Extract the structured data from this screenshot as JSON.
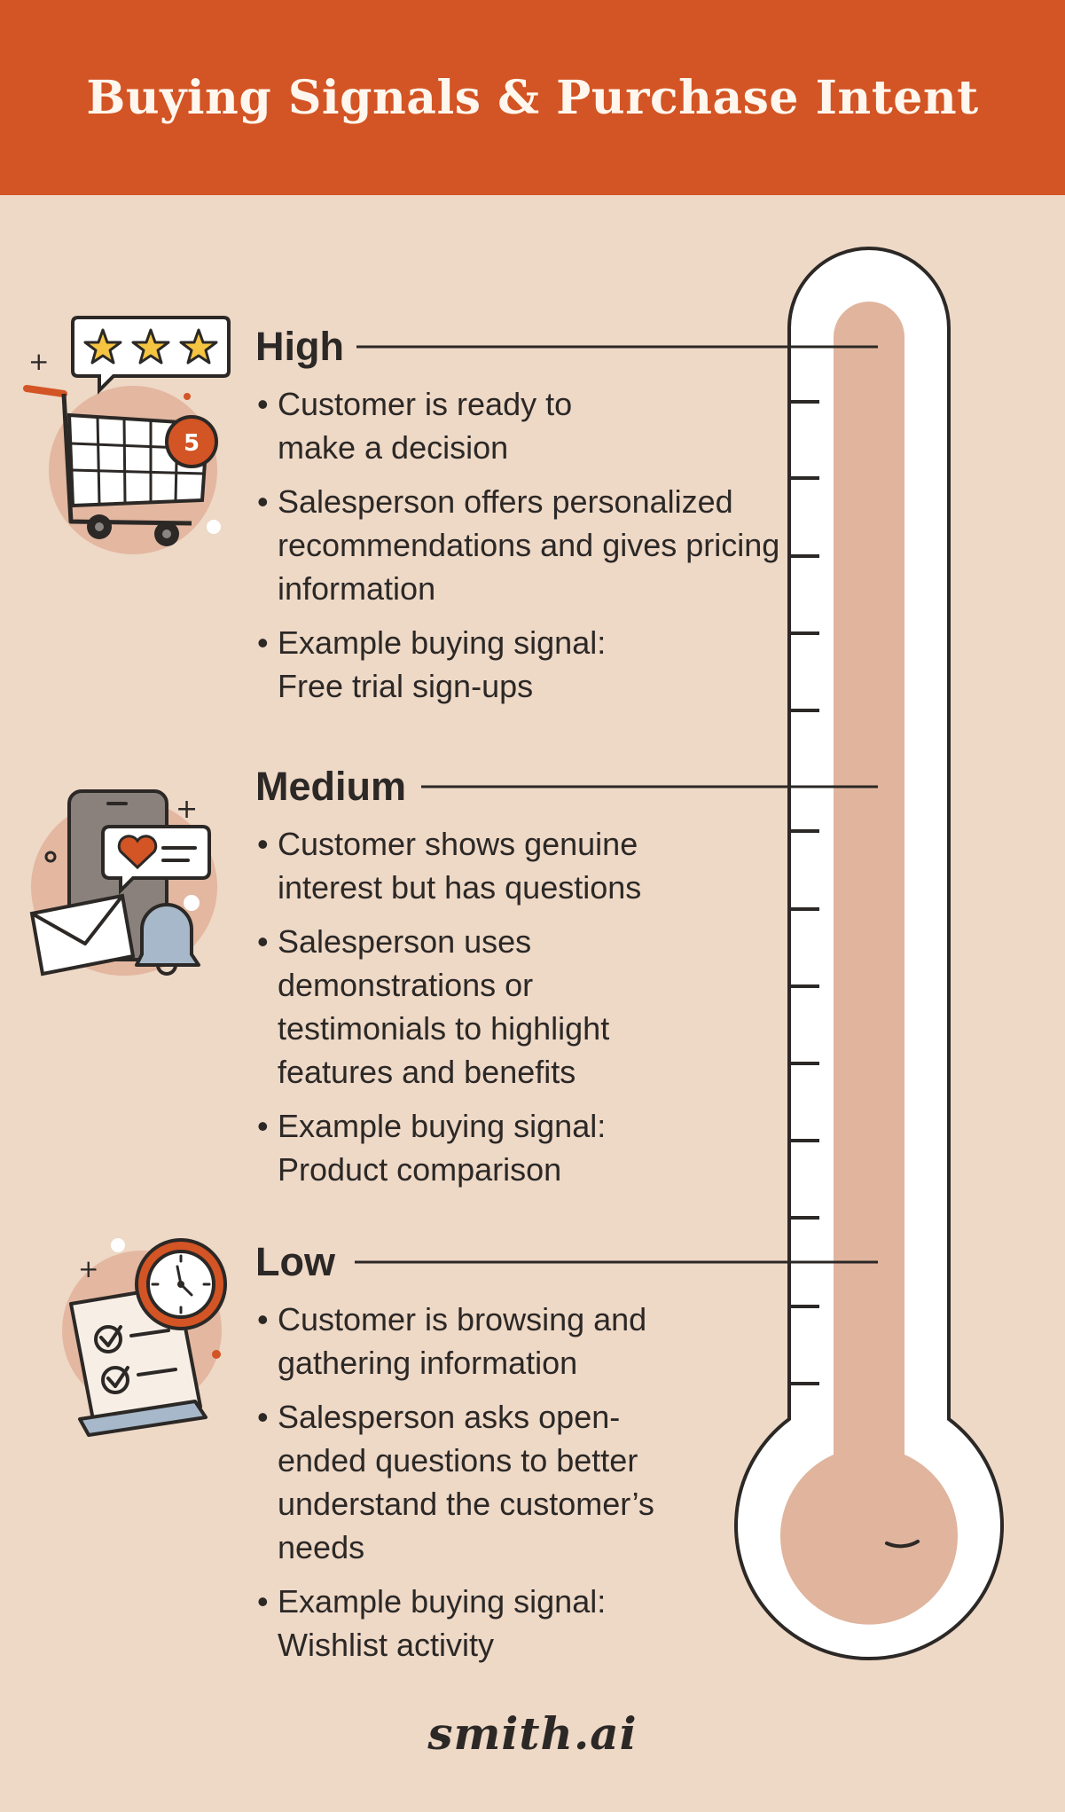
{
  "header": {
    "title": "Buying Signals & Purchase Intent"
  },
  "levels": [
    {
      "name": "High",
      "bullets": [
        "Customer is ready to make a decision",
        "Salesperson offers personalized recommendations and gives pricing information",
        "Example buying signal: Free trial sign-ups"
      ],
      "icon": "shopping-cart-icon",
      "badge": "5"
    },
    {
      "name": "Medium",
      "bullets": [
        "Customer shows genuine interest but has questions",
        "Salesperson uses demonstrations or testimonials to highlight features and benefits",
        "Example buying signal: Product comparison"
      ],
      "icon": "smartphone-message-icon"
    },
    {
      "name": "Low",
      "bullets": [
        "Customer is browsing and gathering information",
        "Salesperson asks open-ended questions to better understand the customer’s needs",
        "Example buying signal: Wishlist activity"
      ],
      "icon": "checklist-clock-icon"
    }
  ],
  "footer": {
    "brand": "smith.ai"
  },
  "colors": {
    "header": "#d35424",
    "background": "#eed8c6",
    "mercury": "#e0b49d",
    "ink": "#2b2826"
  }
}
